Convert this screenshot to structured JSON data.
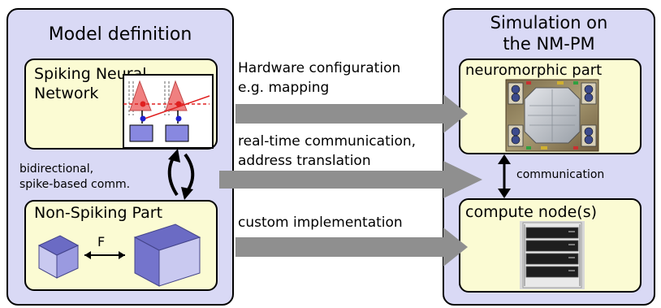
{
  "left_panel": {
    "title": "Model definition",
    "snn_box": {
      "line1": "Spiking Neural",
      "line2": "Network"
    },
    "nonspiking_box": {
      "label": "Non-Spiking Part",
      "f_label": "F"
    },
    "bidirectional_note": {
      "line1": "bidirectional,",
      "line2": "spike-based comm."
    }
  },
  "right_panel": {
    "title_line1": "Simulation on",
    "title_line2": "the NM-PM",
    "neuromorphic_box": {
      "label": "neuromorphic part"
    },
    "compute_box": {
      "label": "compute node(s)"
    },
    "communication_label": "communication"
  },
  "arrows": {
    "top": {
      "line1": "Hardware configuration",
      "line2": "e.g. mapping"
    },
    "middle": {
      "line1": "real-time communication,",
      "line2": "address translation"
    },
    "bottom": {
      "line1": "custom implementation"
    }
  },
  "colors": {
    "panel_fill": "#d9d9f5",
    "box_fill": "#fbfbd3",
    "arrow_gray": "#8f8f8f",
    "cube_blue": "#6b6bc4"
  }
}
